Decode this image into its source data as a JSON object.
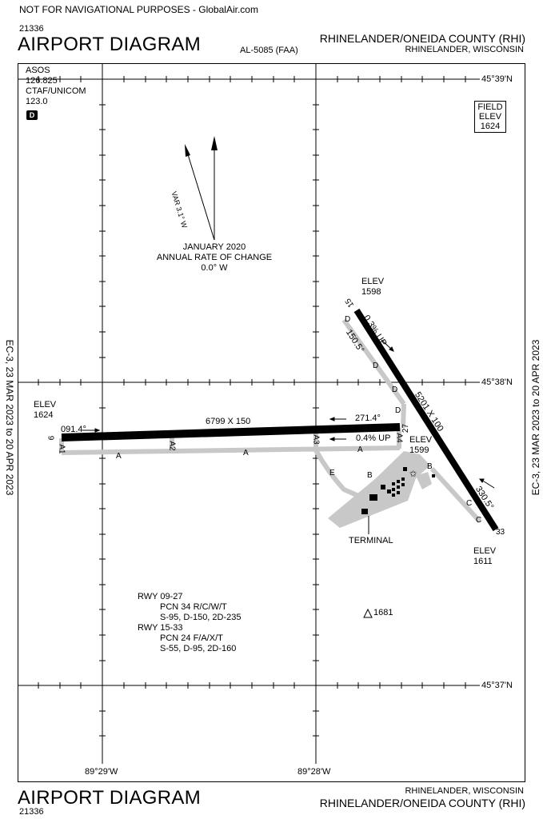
{
  "banner": "NOT FOR NAVIGATIONAL PURPOSES - GlobalAir.com",
  "doc_number": "21336",
  "title": "AIRPORT DIAGRAM",
  "airport_name": "RHINELANDER/ONEIDA COUNTY (RHI)",
  "chart_id": "AL-5085 (FAA)",
  "location": "RHINELANDER, WISCONSIN",
  "side_label": "EC-3, 23 MAR 2023 to 20 APR 2023",
  "freq": {
    "asos_label": "ASOS",
    "asos": "126.825",
    "ctaf_label": "CTAF/UNICOM",
    "ctaf": "123.0",
    "d_badge": "D"
  },
  "field_elev": {
    "line1": "FIELD",
    "line2": "ELEV",
    "value": "1624"
  },
  "variation": {
    "var_label": "VAR 3.1° W",
    "line1": "JANUARY 2020",
    "line2": "ANNUAL RATE OF CHANGE",
    "line3": "0.0° W"
  },
  "lat_labels": [
    "45°39'N",
    "45°38'N",
    "45°37'N"
  ],
  "lon_labels": [
    "89°29'W",
    "89°28'W"
  ],
  "runways": {
    "r9_27": {
      "dims": "6799 X 150",
      "end_9": "9",
      "end_27": "27",
      "hdg_9": "091.4°",
      "hdg_27": "271.4°",
      "slope": "0.4% UP",
      "elev_label_9": "ELEV",
      "elev_9": "1624",
      "elev_label_27": "ELEV",
      "elev_27": "1599"
    },
    "r15_33": {
      "dims": "5201 X 100",
      "end_15": "15",
      "end_33": "33",
      "hdg_15": "150.5°",
      "hdg_33": "330.5°",
      "slope": "0.3% UP",
      "elev_label_15": "ELEV",
      "elev_15": "1598",
      "elev_label_33": "ELEV",
      "elev_33": "1611"
    }
  },
  "taxiways": {
    "A": "A",
    "A1": "A1",
    "A2": "A2",
    "A3": "A3",
    "A4": "A4",
    "B": "B",
    "C": "C",
    "D": "D",
    "E": "E"
  },
  "terminal": "TERMINAL",
  "obstacle": "1681",
  "pcn": {
    "rwy1": "RWY 09-27",
    "rwy1_pcn": "PCN 34 R/C/W/T",
    "rwy1_wt": "S-95, D-150, 2D-235",
    "rwy2": "RWY 15-33",
    "rwy2_pcn": "PCN 24 F/A/X/T",
    "rwy2_wt": "S-55, D-95, 2D-160"
  }
}
